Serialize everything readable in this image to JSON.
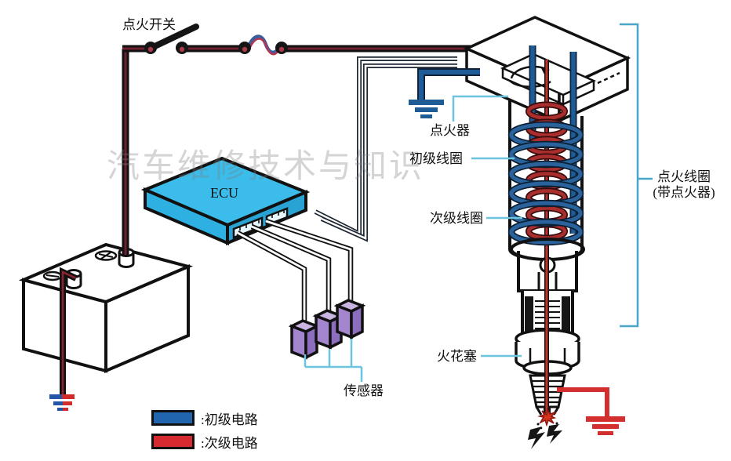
{
  "watermark": "汽车维修技术与知识",
  "labels": {
    "ignition_switch": "点火开关",
    "ecu": "ECU",
    "igniter": "点火器",
    "primary_coil": "初级线圈",
    "secondary_coil": "次级线圈",
    "ignition_coil_line1": "点火线圈",
    "ignition_coil_line2": "(带点火器)",
    "spark_plug": "火花塞",
    "sensor": "传感器"
  },
  "legend": {
    "items": [
      {
        "name": "primary-circuit",
        "label": ":初级电路",
        "color": "#2065ae"
      },
      {
        "name": "secondary-circuit",
        "label": ":次级电路",
        "color": "#d42a30"
      }
    ]
  },
  "colors": {
    "primary_circuit_blue": "#2065ae",
    "secondary_circuit_red": "#d42a30",
    "wire_blue": "#1e5c97",
    "wire_red_core": "#7a1f2e",
    "coil_red": "#a92f2f",
    "pointer_line_cyan": "#6cc5de",
    "bracket_blue": "#4aa6c8",
    "ecu_fill": "#35b6e5",
    "sensor_fill": "#a486ce",
    "ground_blue": "#1e5c97",
    "ground_red": "#d42f2f"
  }
}
